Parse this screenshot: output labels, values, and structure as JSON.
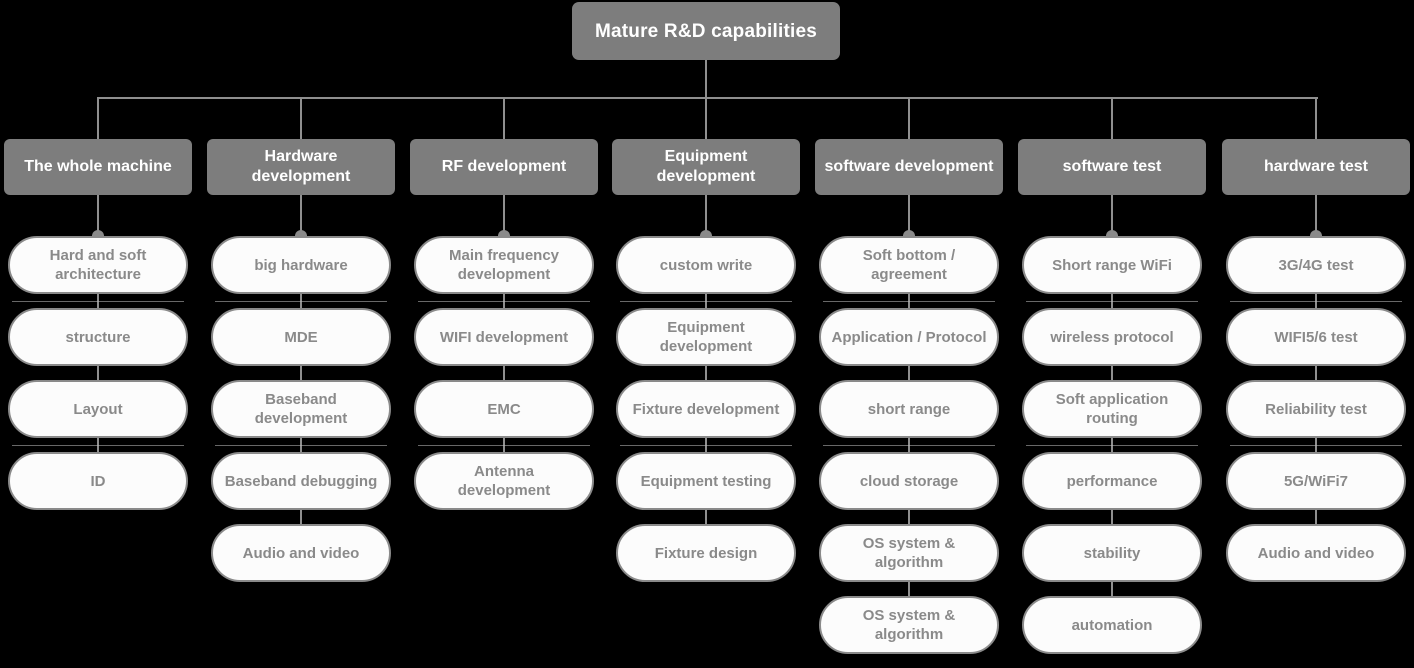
{
  "diagram": {
    "type": "organizational-tree",
    "background_color": "#000000",
    "node_fill_color": "#7d7d7d",
    "node_text_color": "#ffffff",
    "leaf_fill_color": "#fcfcfc",
    "leaf_border_color": "#8a8a8a",
    "leaf_text_color": "#8a8a8a",
    "connector_color": "#8f8f8f",
    "root": {
      "label": "Mature R&D capabilities"
    },
    "columns": [
      {
        "header": "The whole machine",
        "items": [
          "Hard and soft architecture",
          "structure",
          "Layout",
          "ID"
        ]
      },
      {
        "header": "Hardware development",
        "items": [
          "big hardware",
          "MDE",
          "Baseband development",
          "Baseband debugging",
          "Audio and video"
        ]
      },
      {
        "header": "RF development",
        "items": [
          "Main frequency development",
          "WIFI development",
          "EMC",
          "Antenna development"
        ]
      },
      {
        "header": "Equipment development",
        "items": [
          "custom write",
          "Equipment development",
          "Fixture development",
          "Equipment testing",
          "Fixture design"
        ]
      },
      {
        "header": "software development",
        "items": [
          "Soft bottom / agreement",
          "Application / Protocol",
          "short range",
          "cloud storage",
          "OS system & algorithm",
          "OS system & algorithm"
        ]
      },
      {
        "header": "software test",
        "items": [
          "Short range WiFi",
          "wireless protocol",
          "Soft application routing",
          "performance",
          "stability",
          "automation"
        ]
      },
      {
        "header": "hardware test",
        "items": [
          "3G/4G test",
          "WIFI5/6 test",
          "Reliability test",
          "5G/WiFi7",
          "Audio and video"
        ]
      }
    ]
  }
}
